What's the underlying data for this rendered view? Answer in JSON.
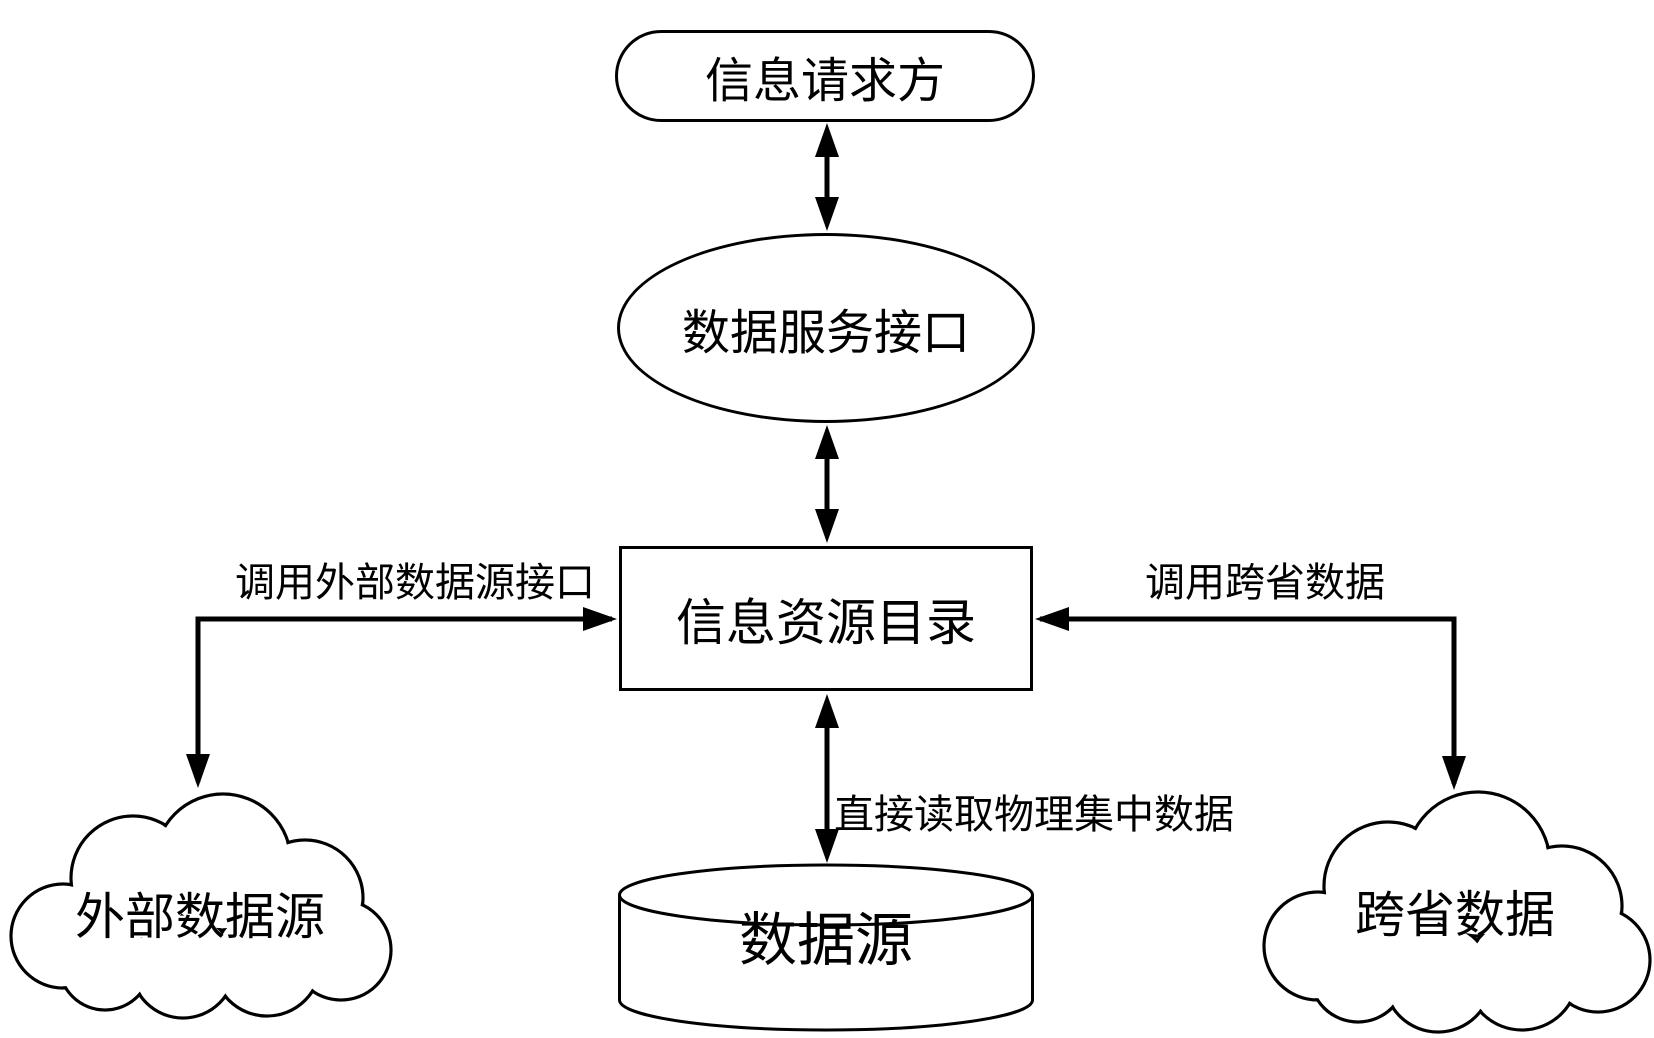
{
  "diagram": {
    "nodes": {
      "requester": {
        "label": "信息请求方",
        "shape": "rounded-rectangle"
      },
      "data_service_interface": {
        "label": "数据服务接口",
        "shape": "ellipse"
      },
      "info_resource_catalog": {
        "label": "信息资源目录",
        "shape": "rectangle"
      },
      "data_source": {
        "label": "数据源",
        "shape": "cylinder"
      },
      "external_data_source": {
        "label": "外部数据源",
        "shape": "cloud"
      },
      "cross_province_data": {
        "label": "跨省数据",
        "shape": "cloud"
      }
    },
    "edge_labels": {
      "call_external": "调用外部数据源接口",
      "call_cross_province": "调用跨省数据",
      "direct_read": "直接读取物理集中数据"
    },
    "edges": [
      {
        "from": "信息请求方",
        "to": "数据服务接口",
        "direction": "bidirectional",
        "label": ""
      },
      {
        "from": "数据服务接口",
        "to": "信息资源目录",
        "direction": "bidirectional",
        "label": ""
      },
      {
        "from": "信息资源目录",
        "to": "数据源",
        "direction": "bidirectional",
        "label": "直接读取物理集中数据"
      },
      {
        "from": "信息资源目录",
        "to": "外部数据源",
        "direction": "both-endpoints-arrow",
        "label": "调用外部数据源接口"
      },
      {
        "from": "信息资源目录",
        "to": "跨省数据",
        "direction": "both-endpoints-arrow",
        "label": "调用跨省数据"
      }
    ],
    "colors": {
      "stroke": "#000000",
      "background": "#ffffff"
    }
  }
}
